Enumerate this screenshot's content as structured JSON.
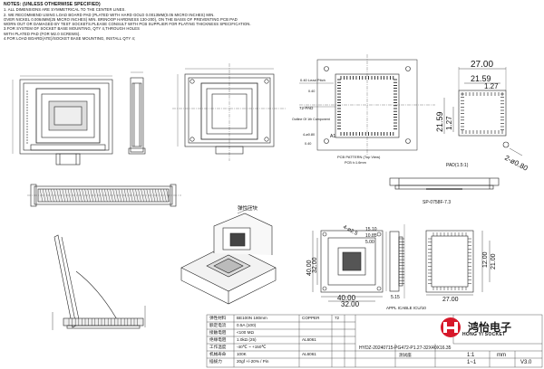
{
  "notes": {
    "heading": "NOTES: (UNLESS OTHERWISE SPECIFIED)",
    "lines": [
      "1. ALL DIMENSIONS ARE SYMMETRICAL TO THE CENTER LINES.",
      "2. WE RECOMMEND USING LOAD BOARD PAD (PLATED WITH HARD GOLD 0.0013MM(0.05 MICRO INCHES) MIN.",
      "OVER NICKEL 0.0064MM(25 MICRO INCHES) MIN. BRINOOP HARDNESS 130-200), ON THE BASIS OF PREVENTING PCB PAD",
      "WORN OUT OR DAMAGED BY TEST SOCKETS.PLEASE CONSULT WITH PCB SUPPLIER FOR PLATING THICKNESS SPECIFICATION.",
      "3.FOR SYSTEM OF SOCKET BASE MOUNTING, QTY 4,THROUGH HOLES",
      "WITH PLATED PAD (FOR M2.0 SCREWS).",
      "4.FOR LOAD BOARD(ATE)/SOCKET BASE MOUNTING, INSTALL QTY 4;"
    ]
  },
  "pcb_view": {
    "label_lead": "0.40 Lead Pitch",
    "label_pad": "72-PAD",
    "label_outline": "Outline Of 1th Component",
    "label_a1": "A1",
    "label_4holes": "4-ø0.80",
    "label_pitch1": "0.40",
    "label_pitch2": "0.40",
    "caption1": "PCB PATTERN (Top View)",
    "caption2": "PCB t=1.6mm"
  },
  "pad_detail": {
    "dim_top": "27.00",
    "dim_inner": "21.59",
    "dim_small": "1.27",
    "dim_left1": "21.59",
    "dim_left2": "1.27",
    "dim_hole": "2-ø0.80",
    "caption": "PAD(1.5:1)"
  },
  "side_view": {
    "caption": "SP-0758F-7.3"
  },
  "iso_view": {
    "callout": "弹性压块"
  },
  "bottom_views": {
    "dim_a": "40.00",
    "dim_b": "32.00",
    "dim_c": "40.00",
    "dim_d": "32.00",
    "dim_e": "4-ø2.5",
    "dim_f": "15.10",
    "dim_g": "10.85",
    "dim_h": "5.00",
    "dim_i": "27.00",
    "dim_j": "5.15",
    "dim_k": "12.00",
    "dim_l": "21.00",
    "caption": "APPL ICABLE ICU/10"
  },
  "title_block": {
    "company_cn": "鸿怡电子",
    "company_en": "HONG YI SOCKET",
    "rows": [
      {
        "c1": "弹性材料",
        "c2": "BE100N 180mm"
      },
      {
        "c1": "额定电流",
        "c2": "0.5A  (100)"
      },
      {
        "c1": "接触电阻",
        "c2": "<100 MΩ"
      },
      {
        "c1": "绝缘电阻",
        "c2": "1.0kΩ  (25)"
      },
      {
        "c1": "工作温度",
        "c2": "-40℃ ~ +150℃"
      },
      {
        "c1": "机械寿命",
        "c2": "100K"
      },
      {
        "c1": "插拔力",
        "c2": "20gf +/-20% / Pin"
      }
    ],
    "mat1": "COPPER",
    "mat2": "AL6061",
    "mat3": "AL6061",
    "qty1": "72",
    "drawing_no": "HYDZ-20240715-PG472-P1.27-32X40X16.35",
    "scale_label": "1:1",
    "unit_label": "mm",
    "sheet_label": "1~1",
    "version": "V3.0",
    "test_seat": "测试座"
  }
}
